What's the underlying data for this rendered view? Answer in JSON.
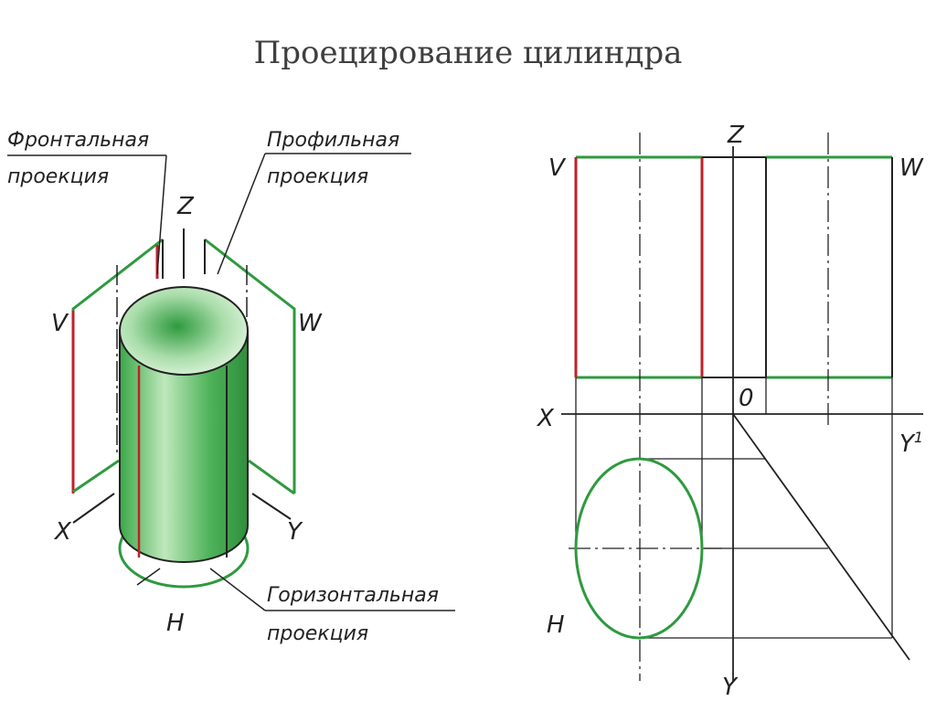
{
  "title": "Проецирование цилиндра",
  "iso": {
    "frontal_caption": [
      "Фронтальная",
      "проекция"
    ],
    "profile_caption": [
      "Профильная",
      "проекция"
    ],
    "horizontal_caption": [
      "Горизонтальная",
      "проекция"
    ],
    "axes": {
      "z": "Z",
      "x": "X",
      "y": "Y",
      "v": "V",
      "w": "W",
      "h": "H"
    }
  },
  "ortho": {
    "axes": {
      "z": "Z",
      "v": "V",
      "w": "W",
      "x": "X",
      "o": "0",
      "y1": "Y",
      "y1_sub": "1",
      "h": "H",
      "y": "Y"
    }
  },
  "colors": {
    "plane": "#2e9a3e",
    "edge_red": "#c0202a",
    "ink": "#222222",
    "cyl_dark": "#2f9e3f",
    "cyl_light": "#b7e6b5"
  }
}
